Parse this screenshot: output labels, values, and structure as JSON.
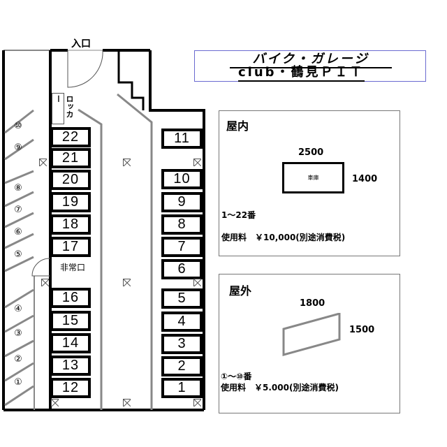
{
  "title": {
    "line1": "バイク・ガレージ",
    "line2": "club・鶴見ＰＩＴ"
  },
  "plan": {
    "entrance_label": "入口",
    "locker_label": "ロッカー",
    "emergency_exit_label": "非常口",
    "indoor_left_spots": [
      "22",
      "21",
      "20",
      "19",
      "18",
      "17",
      "16",
      "15",
      "14",
      "13",
      "12"
    ],
    "indoor_right_spots": [
      "11",
      "10",
      "9",
      "8",
      "7",
      "6",
      "5",
      "4",
      "3",
      "2",
      "1"
    ],
    "outdoor_spots": [
      "⑩",
      "⑨",
      "⑧",
      "⑦",
      "⑥",
      "⑤",
      "④",
      "③",
      "②",
      "①"
    ]
  },
  "indoor_panel": {
    "heading": "屋内",
    "width_label": "2500",
    "depth_label": "1400",
    "box_label": "車庫",
    "range_label": "1～22番",
    "fee_label": "使用料　￥10,000(別途消費税)"
  },
  "outdoor_panel": {
    "heading": "屋外",
    "width_label": "1800",
    "depth_label": "1500",
    "range_label": "①～⑩番",
    "fee_label": "使用料　￥5.000(別途消費税)"
  }
}
